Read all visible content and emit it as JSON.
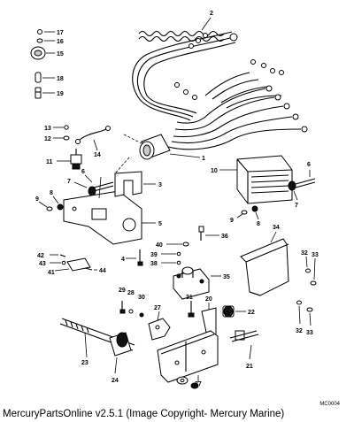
{
  "caption": "MercuryPartsOnline v2.5.1 (Image Copyright- Mercury Marine)",
  "diagram_code": "MC0004",
  "callouts": [
    "1",
    "2",
    "3",
    "4",
    "5",
    "6",
    "7",
    "8",
    "9",
    "10",
    "11",
    "12",
    "13",
    "14",
    "15",
    "16",
    "17",
    "18",
    "19",
    "20",
    "21",
    "22",
    "23",
    "24",
    "27",
    "28",
    "29",
    "30",
    "31",
    "32",
    "33",
    "34",
    "35",
    "36",
    "37",
    "38",
    "39",
    "40",
    "41",
    "42",
    "43",
    "44"
  ]
}
